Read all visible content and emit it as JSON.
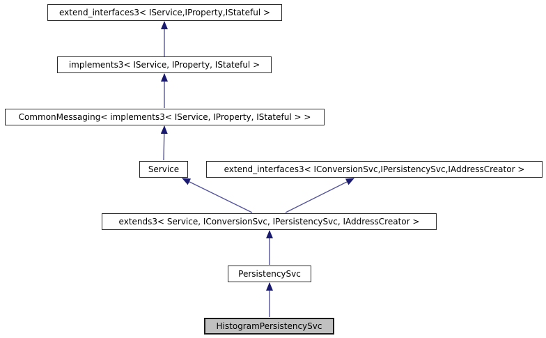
{
  "diagram": {
    "type": "class-inheritance-graph",
    "selected_class": "HistogramPersistencySvc",
    "nodes": [
      {
        "id": "extend_interfaces3_a",
        "label": "extend_interfaces3< IService,IProperty,IStateful >"
      },
      {
        "id": "implements3",
        "label": "implements3< IService, IProperty, IStateful >"
      },
      {
        "id": "common_messaging",
        "label": "CommonMessaging< implements3< IService, IProperty, IStateful > >"
      },
      {
        "id": "service",
        "label": "Service"
      },
      {
        "id": "extend_interfaces3_b",
        "label": "extend_interfaces3< IConversionSvc,IPersistencySvc,IAddressCreator >"
      },
      {
        "id": "extends3",
        "label": "extends3< Service, IConversionSvc, IPersistencySvc, IAddressCreator >"
      },
      {
        "id": "persistency_svc",
        "label": "PersistencySvc"
      },
      {
        "id": "histogram_persistency_svc",
        "label": "HistogramPersistencySvc",
        "highlighted": true
      }
    ],
    "edges": [
      {
        "from": "implements3",
        "to": "extend_interfaces3_a"
      },
      {
        "from": "common_messaging",
        "to": "implements3"
      },
      {
        "from": "service",
        "to": "common_messaging"
      },
      {
        "from": "extends3",
        "to": "service"
      },
      {
        "from": "extends3",
        "to": "extend_interfaces3_b"
      },
      {
        "from": "persistency_svc",
        "to": "extends3"
      },
      {
        "from": "histogram_persistency_svc",
        "to": "persistency_svc"
      }
    ],
    "colors": {
      "edge": "#54549e",
      "arrowhead": "#191970",
      "node_bg": "#ffffff",
      "node_border": "#2b2b2b",
      "selected_bg": "#c0c0c0",
      "selected_border": "#1a1a1a",
      "text": "#000000",
      "background": "#ffffff"
    }
  }
}
